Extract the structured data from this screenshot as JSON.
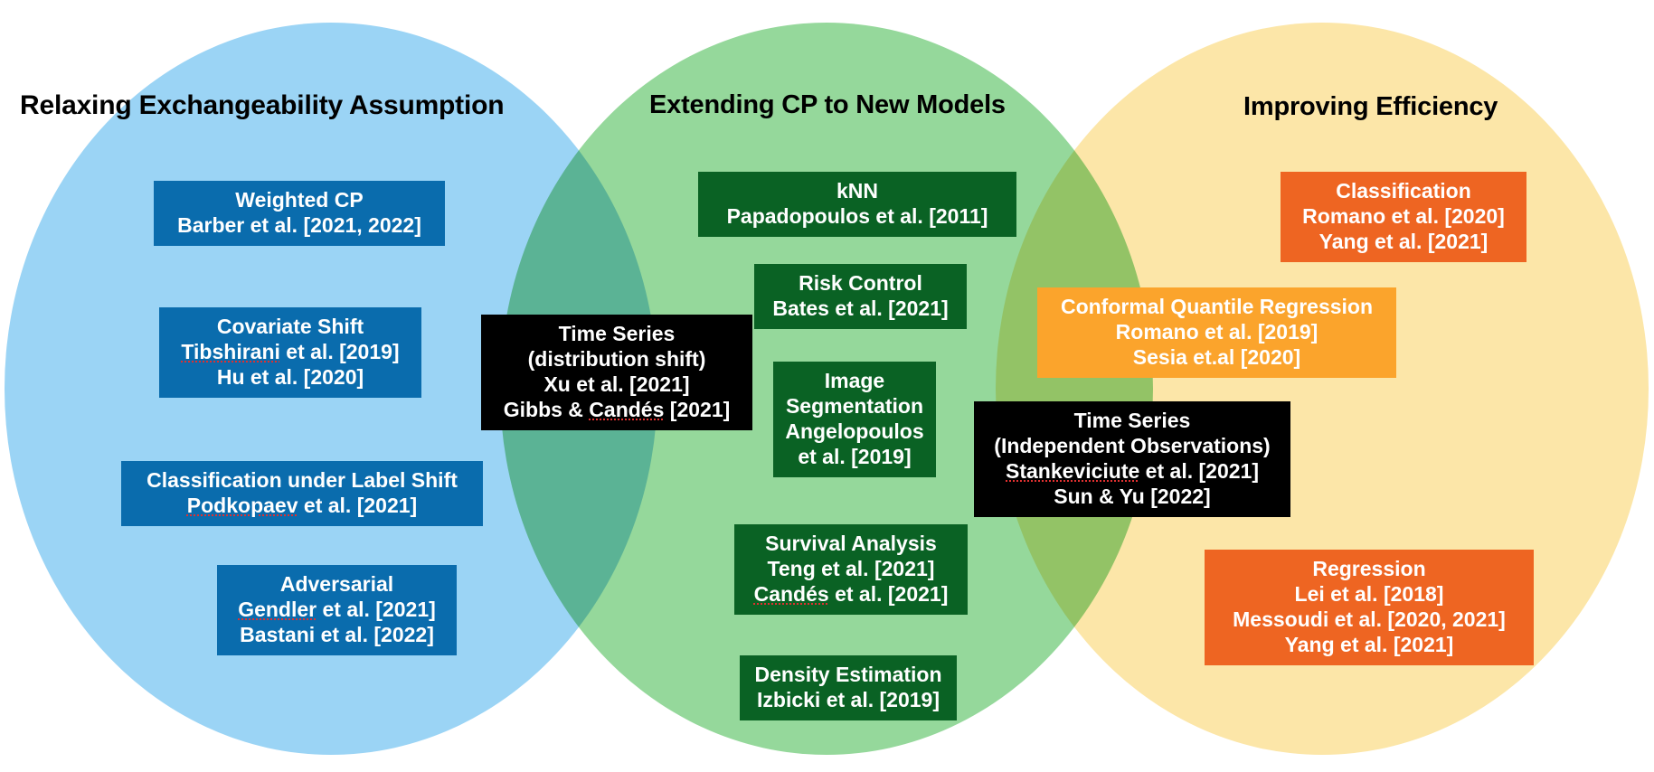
{
  "diagram": {
    "type": "venn-3-circle",
    "title_present": false,
    "circles": [
      {
        "id": "blue",
        "label": "Relaxing Exchangeability Assumption",
        "color": "#9BD4F5"
      },
      {
        "id": "green",
        "label": "Extending CP to New Models",
        "color": "#95D89B"
      },
      {
        "id": "yellow",
        "label": "Improving Efficiency",
        "color": "#FCE6A8"
      }
    ],
    "overlap_colors": {
      "blue_green": "#5DC6A0",
      "green_yellow": "#BED870"
    }
  },
  "headings": {
    "left": "Relaxing Exchangeability Assumption",
    "center": "Extending CP to New Models",
    "right": "Improving Efficiency"
  },
  "boxes": {
    "weighted_cp": {
      "color": "#0A6CAD",
      "lines": [
        "Weighted CP",
        "Barber et al. [2021, 2022]"
      ]
    },
    "covariate_shift": {
      "color": "#0A6CAD",
      "lines": [
        "Covariate Shift",
        "Tibshirani et al. [2019]",
        "Hu et al. [2020]"
      ],
      "misspelled": [
        "Tibshirani"
      ]
    },
    "label_shift": {
      "color": "#0A6CAD",
      "lines": [
        "Classification under Label Shift",
        "Podkopaev et al. [2021]"
      ],
      "misspelled": [
        "Podkopaev"
      ]
    },
    "adversarial": {
      "color": "#0A6CAD",
      "lines": [
        "Adversarial",
        "Gendler et al. [2021]",
        "Bastani et al. [2022]"
      ],
      "misspelled": [
        "Gendler"
      ]
    },
    "knn": {
      "color": "#0A6224",
      "lines": [
        "kNN",
        "Papadopoulos et al. [2011]"
      ]
    },
    "risk_control": {
      "color": "#0A6224",
      "lines": [
        "Risk Control",
        "Bates et al. [2021]"
      ]
    },
    "image_segmentation": {
      "color": "#0A6224",
      "lines": [
        "Image",
        "Segmentation",
        "Angelopoulos",
        "et al. [2019]"
      ]
    },
    "survival_analysis": {
      "color": "#0A6224",
      "lines": [
        "Survival Analysis",
        "Teng et al. [2021]",
        "Candés et al. [2021]"
      ],
      "misspelled": [
        "Candés"
      ]
    },
    "density_estimation": {
      "color": "#0A6224",
      "lines": [
        "Density Estimation",
        "Izbicki et al. [2019]"
      ]
    },
    "time_series_distribution_shift": {
      "color": "#000000",
      "lines": [
        "Time Series",
        "(distribution shift)",
        "Xu et al. [2021]",
        "Gibbs & Candés [2021]"
      ],
      "misspelled": [
        "Candés"
      ]
    },
    "time_series_independent": {
      "color": "#000000",
      "lines": [
        "Time Series",
        "(Independent Observations)",
        "Stankeviciute et al. [2021]",
        "Sun & Yu [2022]"
      ],
      "misspelled": [
        "Stankeviciute"
      ]
    },
    "classification": {
      "color": "#EE6522",
      "lines": [
        "Classification",
        "Romano et al. [2020]",
        "Yang et al. [2021]"
      ]
    },
    "conformal_quantile_regression": {
      "color": "#FBA42C",
      "lines": [
        "Conformal Quantile Regression",
        "Romano et al. [2019]",
        "Sesia et.al [2020]"
      ]
    },
    "regression": {
      "color": "#EE6522",
      "lines": [
        "Regression",
        "Lei et al. [2018]",
        "Messoudi et al. [2020, 2021]",
        "Yang et al. [2021]"
      ]
    }
  }
}
